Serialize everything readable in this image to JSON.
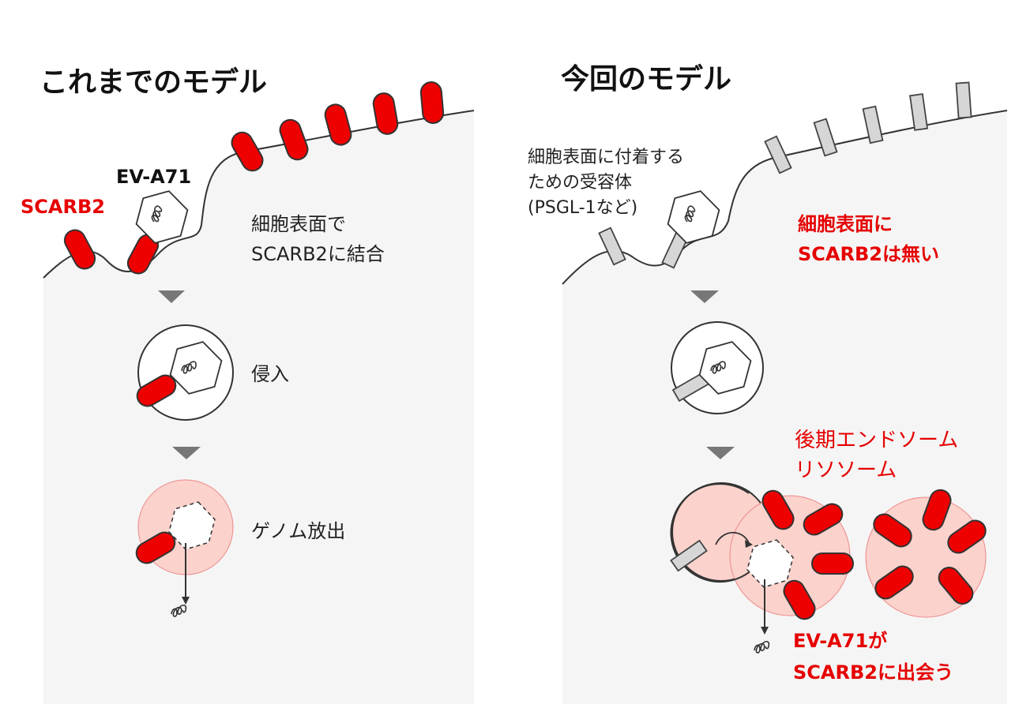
{
  "left_panel": {
    "title": "これまでのモデル",
    "labels": {
      "receptor": "SCARB2",
      "virus": "EV-A71",
      "step1_line1": "細胞表面で",
      "step1_line2": "SCARB2に結合",
      "step2": "侵入",
      "step3": "ゲノム放出"
    }
  },
  "right_panel": {
    "title": "今回のモデル",
    "labels": {
      "attach_line1": "細胞表面に付着する",
      "attach_line2": "ための受容体",
      "attach_line3": "(PSGL-1など)",
      "no_scarb2_line1": "細胞表面に",
      "no_scarb2_line2": "SCARB2は無い",
      "compartment_line1": "後期エンドソーム",
      "compartment_line2": "リソソーム",
      "meet_line1": "EV-A71が",
      "meet_line2": "SCARB2に出会う"
    }
  },
  "colors": {
    "scarb2_red": "#ee0000",
    "label_red": "#e60000",
    "membrane": "#333333",
    "cell_fill": "#f5f5f5",
    "endosome_fill": "#fbd2cc",
    "attachment_gray": "#d6d6d6",
    "arrow_gray": "#777777"
  }
}
